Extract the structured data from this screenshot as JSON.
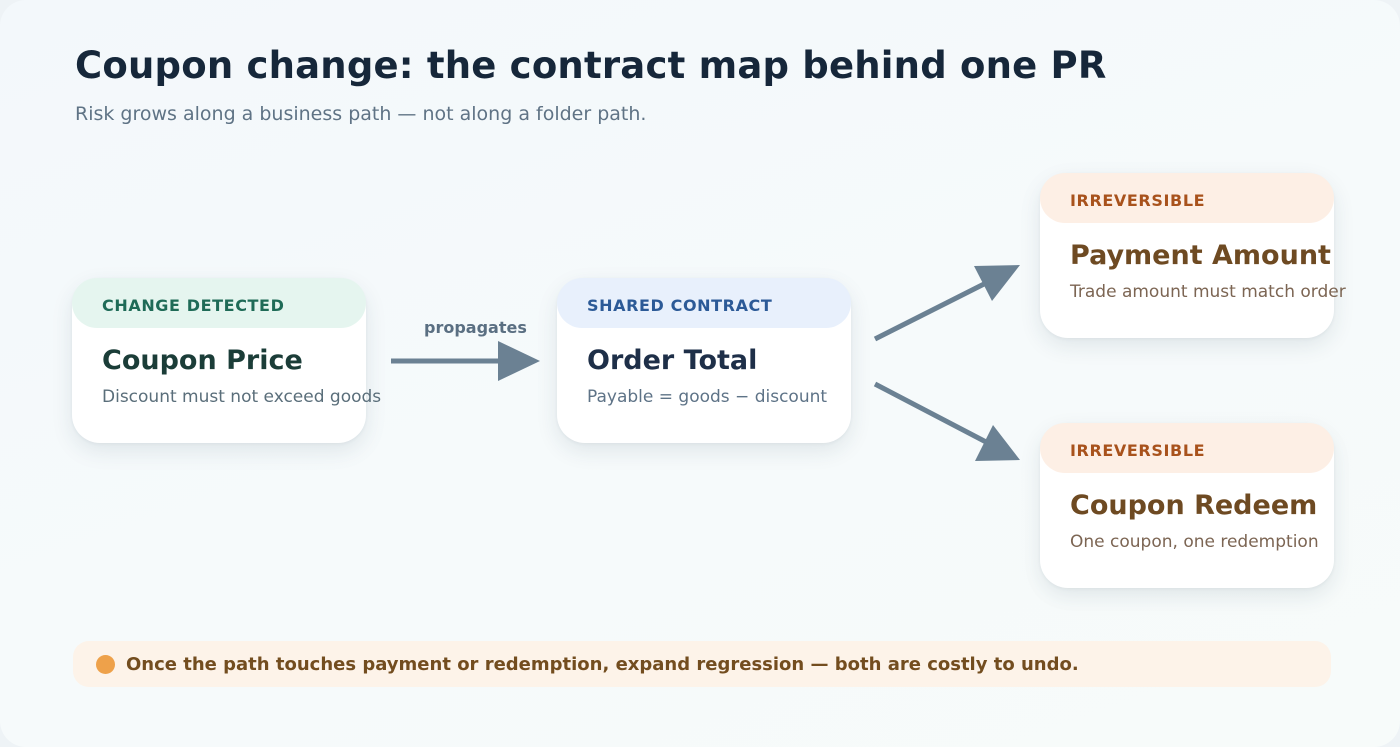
{
  "header": {
    "title": "Coupon change: the contract map behind one PR",
    "subtitle": "Risk grows along a business path — not along a folder path."
  },
  "nodes": {
    "change": {
      "tag": "CHANGE DETECTED",
      "title": "Coupon Price",
      "description": "Discount must not exceed goods"
    },
    "shared": {
      "tag": "SHARED CONTRACT",
      "title": "Order Total",
      "description": "Payable = goods − discount"
    },
    "payment": {
      "tag": "IRREVERSIBLE",
      "title": "Payment Amount",
      "description": "Trade amount must match order"
    },
    "redeem": {
      "tag": "IRREVERSIBLE",
      "title": "Coupon Redeem",
      "description": "One coupon, one redemption"
    }
  },
  "edges": {
    "propagates_label": "propagates"
  },
  "footer": {
    "callout": "Once the path touches payment or redemption, expand regression — both are costly to undo."
  },
  "colors": {
    "arrow": "#6b8193",
    "change_accent": "#e5f5ef",
    "shared_accent": "#e8f0fc",
    "irreversible_accent": "#fdefe5",
    "callout_dot": "#eea14a"
  }
}
